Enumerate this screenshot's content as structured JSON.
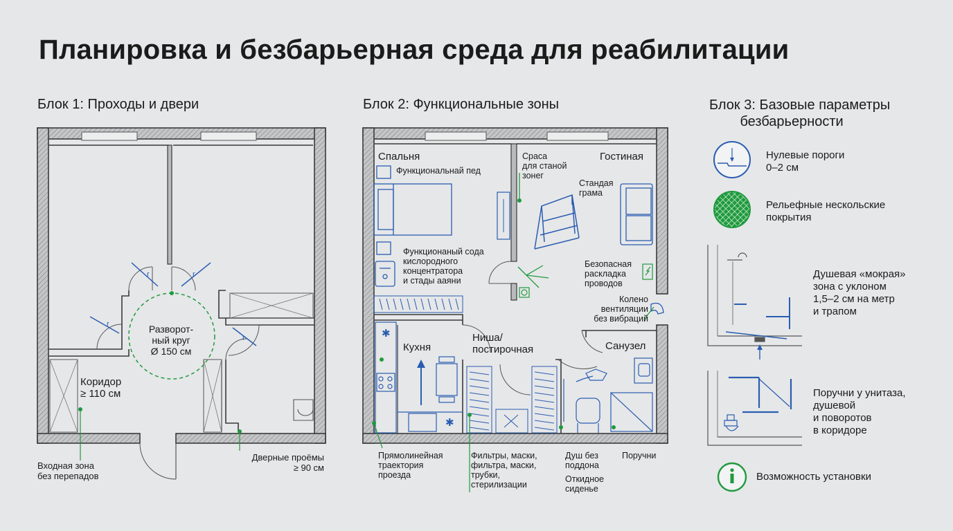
{
  "title": "Планировка и безбарьерная среда для реабилитации",
  "block1": {
    "heading": "Блок 1: Проходы и двери",
    "turning_circle": "Разворот-\nный круг\nØ 150 см",
    "corridor": "Коридор\n≥ 110 см",
    "entry": "Входная зона\nбез перепадов",
    "doorways": "Дверные проёмы\n≥ 90 см"
  },
  "block2": {
    "heading": "Блок 2: Функциональные зоны",
    "bedroom": "Спальня",
    "bed_label": "Функциональнай пед",
    "equipment": "Функционаный сода\nкислородного\nконцентратора\nи стады ааяни",
    "zone_note": "Сраса\nдля станой\nзонег",
    "living": "Гостиная",
    "frame": "Стандая\nграма",
    "wiring": "Безопасная\nраскладка\nпроводов",
    "vent": "Колено\nвентиляции\nбез вибраций",
    "kitchen": "Кухня",
    "niche": "Ниша/\nпостирочная",
    "bathroom": "Санузел",
    "path": "Прямолинейная\nтраектория\nпроезда",
    "filters": "Фильтры, маски,\nфильтра, маски,\nтрубки,\nстерилизации",
    "shower": "Душ без\nподдона",
    "seat": "Откидное\nсиденье",
    "rails": "Поручни"
  },
  "block3": {
    "heading": "Блок 3: Базовые параметры\n        безбарьерности",
    "items": [
      {
        "icon": "threshold-icon",
        "label": "Нулевые пороги\n0–2 см"
      },
      {
        "icon": "non-slip-floor-icon",
        "label": "Рельефные нескольские\nпокрытия"
      },
      {
        "icon": "wet-shower-icon",
        "label": "Душевая «мокрая»\nзона с уклоном\n1,5–2 см на метр\nи трапом"
      },
      {
        "icon": "grab-bars-icon",
        "label": "Поручни у унитаза,\nдушевой\nи поворотов\nв коридоре"
      },
      {
        "icon": "info-icon",
        "label": "Возможность установки"
      }
    ]
  },
  "colors": {
    "wall": "#3a3a3a",
    "wall_fill": "#b9babc",
    "blue": "#2a5db0",
    "green": "#1f9a3e",
    "background": "#e6e7e9"
  }
}
